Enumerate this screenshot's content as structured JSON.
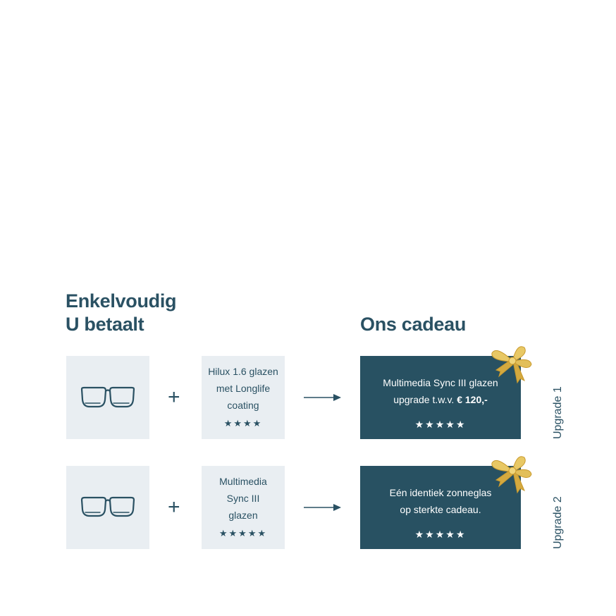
{
  "header": {
    "left_title_line1": "Enkelvoudig",
    "left_title_line2": "U betaalt",
    "right_title": "Ons cadeau"
  },
  "rows": [
    {
      "product_lines": [
        "Hilux 1.6 glazen",
        "met Longlife",
        "coating"
      ],
      "product_rating": 4,
      "product_stars": "★★★★",
      "plus": "+",
      "gift_line1": "Multimedia Sync III glazen",
      "gift_line2_prefix": "upgrade t.w.v. ",
      "gift_line2_bold": "€ 120,-",
      "gift_rating": 5,
      "gift_stars": "★★★★★",
      "label": "Upgrade 1"
    },
    {
      "product_lines": [
        "Multimedia",
        "Sync III",
        "glazen"
      ],
      "product_rating": 5,
      "product_stars": "★★★★★",
      "plus": "+",
      "gift_line1": "Eén identiek zonneglas",
      "gift_line2": "op sterkte cadeau.",
      "gift_rating": 5,
      "gift_stars": "★★★★★",
      "label": "Upgrade 2"
    }
  ],
  "colors": {
    "primary": "#2a5163",
    "card_bg": "#e9eef2",
    "gift_card_bg": "#285162",
    "bow_gold": "#e2bf5a"
  },
  "icons": [
    "glasses-icon",
    "plus-icon",
    "arrow-right-icon",
    "gift-bow-icon",
    "star-icon"
  ]
}
